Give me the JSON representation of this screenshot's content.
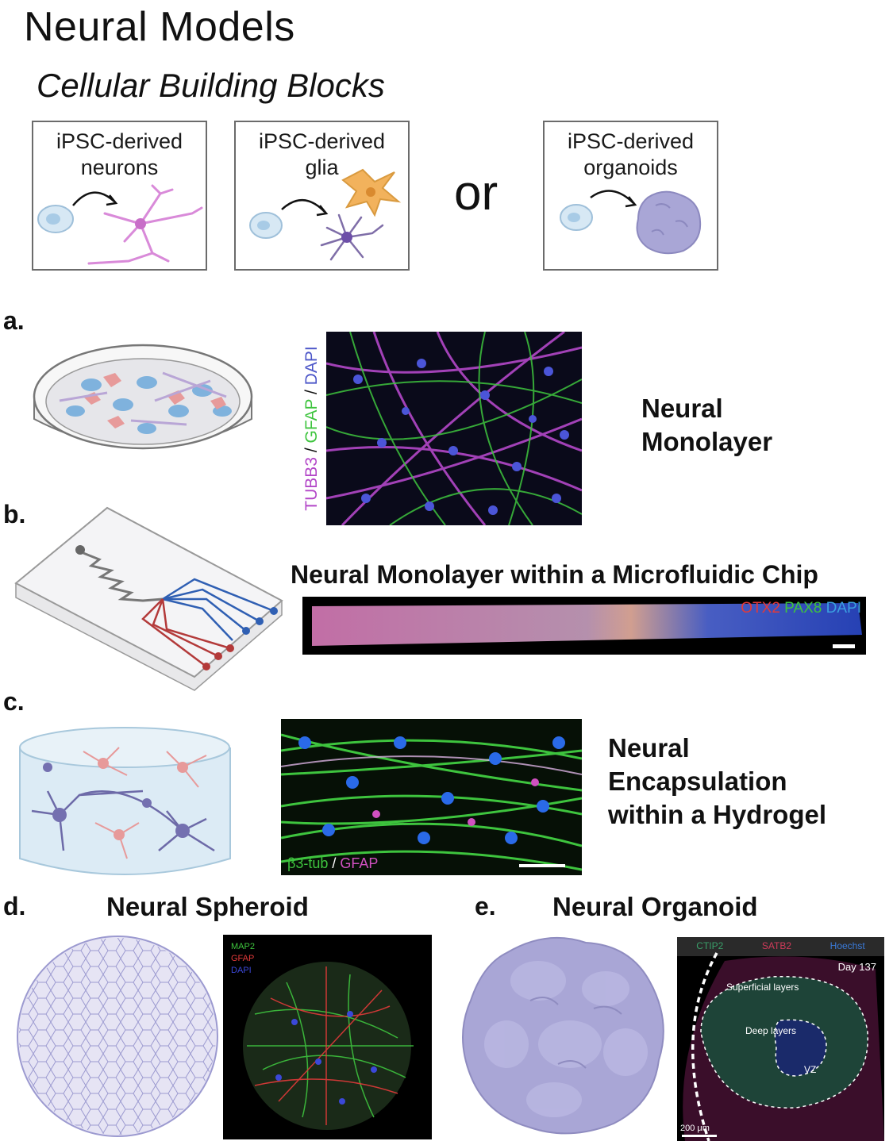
{
  "title": "Neural Models",
  "subtitle": "Cellular Building Blocks",
  "building_blocks": [
    {
      "label": "iPSC-derived\nneurons"
    },
    {
      "label": "iPSC-derived\nglia"
    },
    {
      "label": "iPSC-derived\norganoids"
    }
  ],
  "or_text": "or",
  "panels": {
    "a": {
      "letter": "a.",
      "label": "Neural\nMonolayer",
      "stain": {
        "p1": "TUBB3",
        "sep1": " / ",
        "p2": "GFAP",
        "sep2": " / ",
        "p3": "DAPI"
      }
    },
    "b": {
      "letter": "b.",
      "label": "Neural Monolayer within a Microfluidic Chip",
      "stain": {
        "p1": "OTX2",
        "p2": "PAX8",
        "p3": "DAPI"
      }
    },
    "c": {
      "letter": "c.",
      "label": "Neural\nEncapsulation\nwithin a Hydrogel",
      "stain": {
        "p1": "β3-tub",
        "sep": " / ",
        "p2": "GFAP"
      }
    },
    "d": {
      "letter": "d.",
      "label": "Neural Spheroid",
      "stain": {
        "p1": "MAP2",
        "p2": "GFAP",
        "p3": "DAPI"
      }
    },
    "e": {
      "letter": "e.",
      "label": "Neural Organoid",
      "stain": {
        "p1": "CTIP2",
        "p2": "SATB2",
        "p3": "Hoechst"
      },
      "day": "Day 137",
      "layer1": "Superficial layers",
      "layer2": "Deep layers",
      "layer3": "VZ",
      "scale": "200 μm"
    }
  },
  "colors": {
    "purple": "#b347c8",
    "green": "#3ec43e",
    "blue": "#3b48d8",
    "red": "#e23a3a",
    "cyan": "#3aa0e0",
    "neuron_pink": "#d98ad9",
    "glia_orange": "#f2b25c",
    "organoid_lavender": "#a9a6d6"
  }
}
